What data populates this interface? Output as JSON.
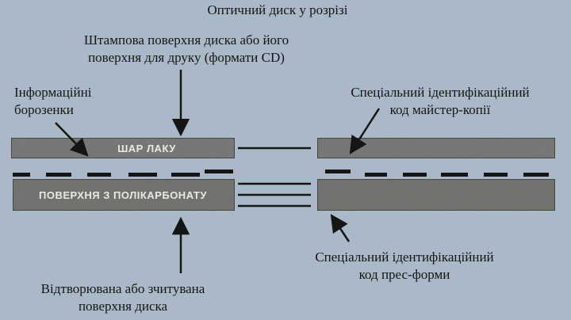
{
  "title": "Оптичний диск у розрізі",
  "labels": {
    "stamp_surface": [
      "Штампова поверхня диска або його",
      "поверхня для друку (формати CD)"
    ],
    "info_grooves": [
      "Інформаційні",
      "борозенки"
    ],
    "master_code": [
      "Спеціальний   ідентифікаційний",
      "код майстер-копії"
    ],
    "press_code": [
      "Спеціальний   ідентифікаційний",
      "код прес-форми"
    ],
    "read_surface": [
      "Відтворювана або зчитувана",
      "поверхня диска"
    ]
  },
  "layers": {
    "lacquer": "ШАР ЛАКУ",
    "polycarbonate": "ПОВЕРХНЯ З ПОЛІКАРБОНАТУ"
  },
  "colors": {
    "background": "#a9b9c7",
    "layer_fill": "#6e6e6c",
    "ink": "#151515"
  }
}
